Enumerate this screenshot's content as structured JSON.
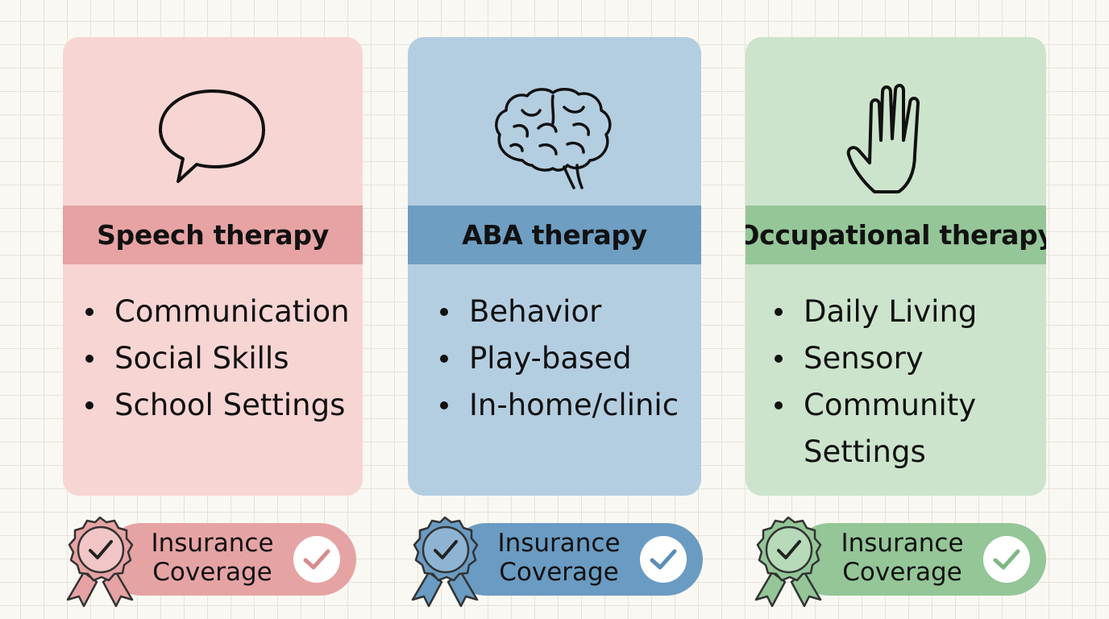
{
  "colors": {
    "speech": {
      "card": "#f7d5d3",
      "band": "#e7a3a3",
      "pill": "#e6a3a4",
      "accent": "#d78b8d"
    },
    "aba": {
      "card": "#b4cee1",
      "band": "#6e9ec2",
      "pill": "#6a9bc2",
      "accent": "#5b8db6"
    },
    "ot": {
      "card": "#cce4cc",
      "band": "#95c698",
      "pill": "#94c697",
      "accent": "#7fb783"
    }
  },
  "cards": [
    {
      "icon": "speech-bubble-icon",
      "title": "Speech therapy",
      "items": [
        "Communication",
        "Social Skills",
        "School Settings"
      ],
      "badge": {
        "line1": "Insurance",
        "line2": "Coverage"
      }
    },
    {
      "icon": "brain-icon",
      "title": "ABA therapy",
      "items": [
        "Behavior",
        "Play-based",
        "In-home/clinic"
      ],
      "badge": {
        "line1": "Insurance",
        "line2": "Coverage"
      }
    },
    {
      "icon": "hand-icon",
      "title": "Occupational therapy",
      "items": [
        "Daily Living",
        "Sensory",
        "Community",
        "Settings"
      ],
      "badge": {
        "line1": "Insurance",
        "line2": "Coverage"
      }
    }
  ]
}
